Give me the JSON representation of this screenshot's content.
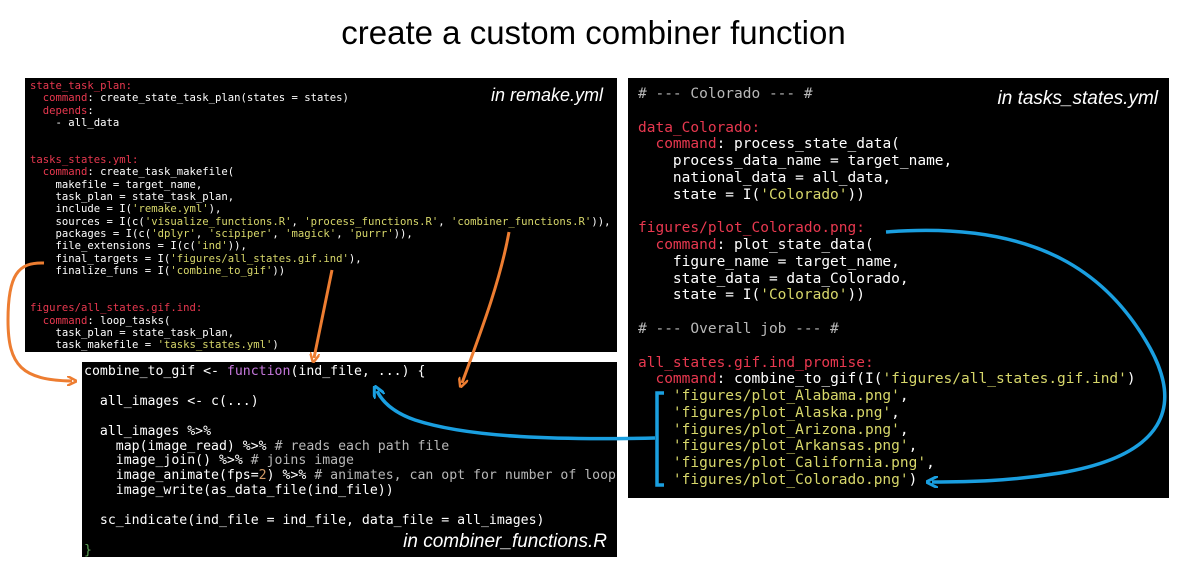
{
  "title": "create a custom combiner function",
  "panels": {
    "remake": {
      "label": "in remake.yml",
      "lines": [
        [
          {
            "t": "state_task_plan:",
            "c": "red"
          }
        ],
        [
          {
            "t": "  command",
            "c": "red"
          },
          {
            "t": ": create_state_task_plan(states = states)",
            "c": "white"
          }
        ],
        [
          {
            "t": "  depends",
            "c": "red"
          },
          {
            "t": ":",
            "c": "white"
          }
        ],
        [
          {
            "t": "    - all_data",
            "c": "white"
          }
        ],
        [
          {
            "t": "",
            "c": "white"
          }
        ],
        [
          {
            "t": "",
            "c": "white"
          }
        ],
        [
          {
            "t": "tasks_states.yml:",
            "c": "red"
          }
        ],
        [
          {
            "t": "  command",
            "c": "red"
          },
          {
            "t": ": create_task_makefile(",
            "c": "white"
          }
        ],
        [
          {
            "t": "    makefile = target_name,",
            "c": "white"
          }
        ],
        [
          {
            "t": "    task_plan = state_task_plan,",
            "c": "white"
          }
        ],
        [
          {
            "t": "    include = I(",
            "c": "white"
          },
          {
            "t": "'remake.yml'",
            "c": "yellow"
          },
          {
            "t": "),",
            "c": "white"
          }
        ],
        [
          {
            "t": "    sources = I(c(",
            "c": "white"
          },
          {
            "t": "'visualize_functions.R'",
            "c": "yellow"
          },
          {
            "t": ", ",
            "c": "white"
          },
          {
            "t": "'process_functions.R'",
            "c": "yellow"
          },
          {
            "t": ", ",
            "c": "white"
          },
          {
            "t": "'combiner_functions.R'",
            "c": "yellow"
          },
          {
            "t": ")),",
            "c": "white"
          }
        ],
        [
          {
            "t": "    packages = I(c(",
            "c": "white"
          },
          {
            "t": "'dplyr'",
            "c": "yellow"
          },
          {
            "t": ", ",
            "c": "white"
          },
          {
            "t": "'scipiper'",
            "c": "yellow"
          },
          {
            "t": ", ",
            "c": "white"
          },
          {
            "t": "'magick'",
            "c": "yellow"
          },
          {
            "t": ", ",
            "c": "white"
          },
          {
            "t": "'purrr'",
            "c": "yellow"
          },
          {
            "t": ")),",
            "c": "white"
          }
        ],
        [
          {
            "t": "    file_extensions = I(c(",
            "c": "white"
          },
          {
            "t": "'ind'",
            "c": "yellow"
          },
          {
            "t": ")),",
            "c": "white"
          }
        ],
        [
          {
            "t": "    final_targets = I(",
            "c": "white"
          },
          {
            "t": "'figures/all_states.gif.ind'",
            "c": "yellow"
          },
          {
            "t": "),",
            "c": "white"
          }
        ],
        [
          {
            "t": "    finalize_funs = I(",
            "c": "white"
          },
          {
            "t": "'combine_to_gif'",
            "c": "yellow"
          },
          {
            "t": "))",
            "c": "white"
          }
        ],
        [
          {
            "t": "",
            "c": "white"
          }
        ],
        [
          {
            "t": "",
            "c": "white"
          }
        ],
        [
          {
            "t": "figures/all_states.gif.ind:",
            "c": "red"
          }
        ],
        [
          {
            "t": "  command",
            "c": "red"
          },
          {
            "t": ": loop_tasks(",
            "c": "white"
          }
        ],
        [
          {
            "t": "    task_plan = state_task_plan,",
            "c": "white"
          }
        ],
        [
          {
            "t": "    task_makefile = ",
            "c": "white"
          },
          {
            "t": "'tasks_states.yml'",
            "c": "yellow"
          },
          {
            "t": ")",
            "c": "white"
          }
        ]
      ]
    },
    "combiner": {
      "label": "in combiner_functions.R",
      "lines": [
        [
          {
            "t": "combine_to_gif <- ",
            "c": "white"
          },
          {
            "t": "function",
            "c": "purple"
          },
          {
            "t": "(ind_file, ...) {",
            "c": "white"
          }
        ],
        [
          {
            "t": "",
            "c": "white"
          }
        ],
        [
          {
            "t": "  all_images <- c(...)",
            "c": "white"
          }
        ],
        [
          {
            "t": "",
            "c": "white"
          }
        ],
        [
          {
            "t": "  all_images %>%",
            "c": "white"
          }
        ],
        [
          {
            "t": "    map(image_read) %>% ",
            "c": "white"
          },
          {
            "t": "# reads each path file",
            "c": "gray"
          }
        ],
        [
          {
            "t": "    image_join() %>% ",
            "c": "white"
          },
          {
            "t": "# joins image",
            "c": "gray"
          }
        ],
        [
          {
            "t": "    image_animate(fps=",
            "c": "white"
          },
          {
            "t": "2",
            "c": "orange"
          },
          {
            "t": ") %>% ",
            "c": "white"
          },
          {
            "t": "# animates, can opt for number of loops",
            "c": "gray"
          }
        ],
        [
          {
            "t": "    image_write(as_data_file(ind_file))",
            "c": "white"
          }
        ],
        [
          {
            "t": "",
            "c": "white"
          }
        ],
        [
          {
            "t": "  sc_indicate(ind_file = ind_file, data_file = all_images)",
            "c": "white"
          }
        ],
        [
          {
            "t": "",
            "c": "white"
          }
        ],
        [
          {
            "t": "}",
            "c": "green"
          }
        ]
      ]
    },
    "tasks": {
      "label": "in tasks_states.yml",
      "lines": [
        [
          {
            "t": "# --- Colorado --- #",
            "c": "gray"
          }
        ],
        [
          {
            "t": "",
            "c": "white"
          }
        ],
        [
          {
            "t": "data_Colorado:",
            "c": "red"
          }
        ],
        [
          {
            "t": "  command",
            "c": "red"
          },
          {
            "t": ": process_state_data(",
            "c": "white"
          }
        ],
        [
          {
            "t": "    process_data_name = target_name,",
            "c": "white"
          }
        ],
        [
          {
            "t": "    national_data = all_data,",
            "c": "white"
          }
        ],
        [
          {
            "t": "    state = I(",
            "c": "white"
          },
          {
            "t": "'Colorado'",
            "c": "yellow"
          },
          {
            "t": "))",
            "c": "white"
          }
        ],
        [
          {
            "t": "",
            "c": "white"
          }
        ],
        [
          {
            "t": "figures/plot_Colorado.png:",
            "c": "red"
          }
        ],
        [
          {
            "t": "  command",
            "c": "red"
          },
          {
            "t": ": plot_state_data(",
            "c": "white"
          }
        ],
        [
          {
            "t": "    figure_name = target_name,",
            "c": "white"
          }
        ],
        [
          {
            "t": "    state_data = data_Colorado,",
            "c": "white"
          }
        ],
        [
          {
            "t": "    state = I(",
            "c": "white"
          },
          {
            "t": "'Colorado'",
            "c": "yellow"
          },
          {
            "t": "))",
            "c": "white"
          }
        ],
        [
          {
            "t": "",
            "c": "white"
          }
        ],
        [
          {
            "t": "# --- Overall job --- #",
            "c": "gray"
          }
        ],
        [
          {
            "t": "",
            "c": "white"
          }
        ],
        [
          {
            "t": "all_states.gif.ind_promise:",
            "c": "red"
          }
        ],
        [
          {
            "t": "  command",
            "c": "red"
          },
          {
            "t": ": combine_to_gif(I(",
            "c": "white"
          },
          {
            "t": "'figures/all_states.gif.ind'",
            "c": "yellow"
          },
          {
            "t": ")",
            "c": "white"
          }
        ],
        [
          {
            "t": "    ",
            "c": "white"
          },
          {
            "t": "'figures/plot_Alabama.png'",
            "c": "yellow"
          },
          {
            "t": ",",
            "c": "white"
          }
        ],
        [
          {
            "t": "    ",
            "c": "white"
          },
          {
            "t": "'figures/plot_Alaska.png'",
            "c": "yellow"
          },
          {
            "t": ",",
            "c": "white"
          }
        ],
        [
          {
            "t": "    ",
            "c": "white"
          },
          {
            "t": "'figures/plot_Arizona.png'",
            "c": "yellow"
          },
          {
            "t": ",",
            "c": "white"
          }
        ],
        [
          {
            "t": "    ",
            "c": "white"
          },
          {
            "t": "'figures/plot_Arkansas.png'",
            "c": "yellow"
          },
          {
            "t": ",",
            "c": "white"
          }
        ],
        [
          {
            "t": "    ",
            "c": "white"
          },
          {
            "t": "'figures/plot_California.png'",
            "c": "yellow"
          },
          {
            "t": ",",
            "c": "white"
          }
        ],
        [
          {
            "t": "    ",
            "c": "white"
          },
          {
            "t": "'figures/plot_Colorado.png'",
            "c": "yellow"
          },
          {
            "t": ")",
            "c": "white"
          }
        ]
      ]
    }
  },
  "colors": {
    "orange_arrow": "#ed7d31",
    "blue_arrow": "#1a9fe0"
  }
}
